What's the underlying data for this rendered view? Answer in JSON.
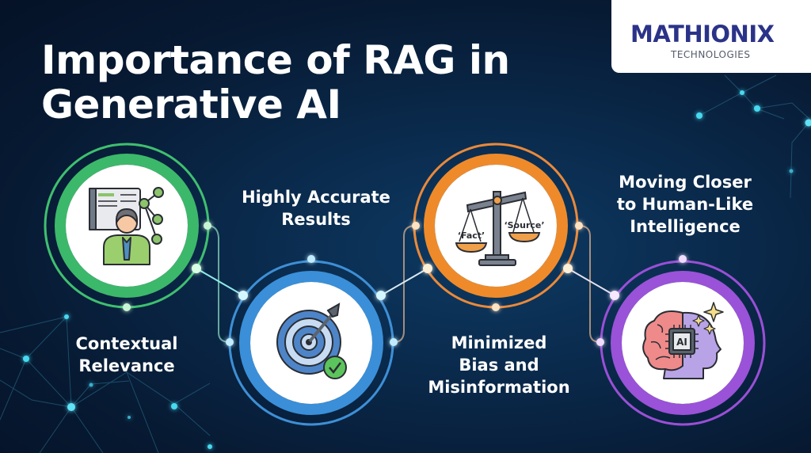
{
  "title": {
    "line1": "Importance of RAG in",
    "line2": "Generative AI"
  },
  "logo": {
    "brand": "MATHIONIX",
    "tagline": "TECHNOLOGIES",
    "brand_color": "#2b3388"
  },
  "steps": [
    {
      "label_line1": "Contextual",
      "label_line2": "Relevance",
      "icon": "person-with-book-network-icon",
      "color": "#3fbf6f"
    },
    {
      "label_line1": "Highly Accurate",
      "label_line2": "Results",
      "icon": "target-with-checkmark-icon",
      "color": "#3d8fd6"
    },
    {
      "label_line1": "Minimized",
      "label_line2": "Bias and",
      "label_line3": "Misinformation",
      "icon": "balance-scale-icon",
      "color": "#f08a2a",
      "scale_left": "‘Fact’",
      "scale_right": "‘Source’"
    },
    {
      "label_line1": "Moving Closer",
      "label_line2": "to Human-Like",
      "label_line3": "Intelligence",
      "icon": "ai-brain-head-icon",
      "color": "#9a4fd6",
      "chip_text": "AI"
    }
  ],
  "colors": {
    "background": "#0a2a4c",
    "text": "#ffffff"
  }
}
